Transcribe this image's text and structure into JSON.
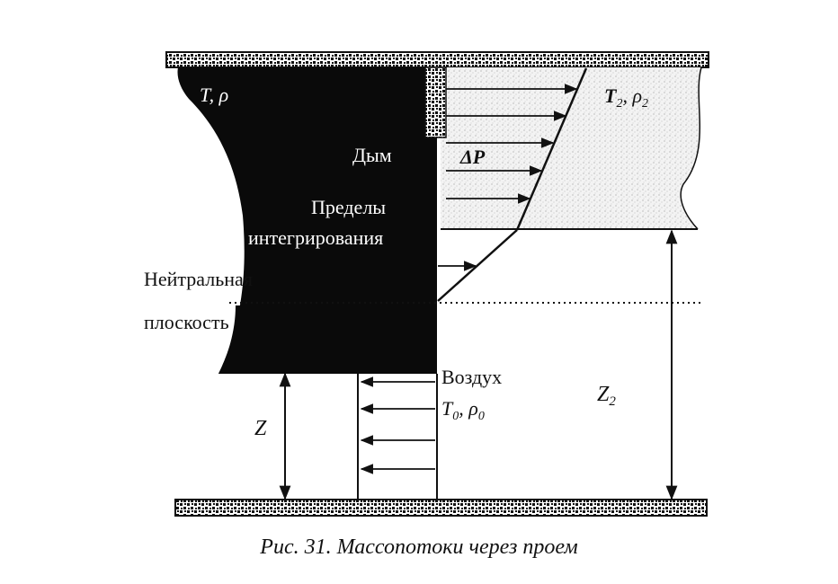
{
  "labels": {
    "t_rho": "T, ρ",
    "t2_rho2_T": "T",
    "t2_rho2_sub": "2",
    "t2_rho2_rho": ", ρ",
    "t2_rho2_sub2": "2",
    "smoke": "Дым",
    "delta_p": "ΔP",
    "limits_line1": "Пределы",
    "limits_line2": "интегрирования",
    "neutral_line1": "Нейтральная",
    "neutral_line2": "плоскость",
    "air": "Воздух",
    "t0_T": "T",
    "t0_sub": "0",
    "t0_rho": ", ρ",
    "t0_sub2": "0",
    "z": "Z",
    "z2_Z": "Z",
    "z2_sub": "2"
  },
  "caption": "Рис. 31. Массопотоки через проем"
}
